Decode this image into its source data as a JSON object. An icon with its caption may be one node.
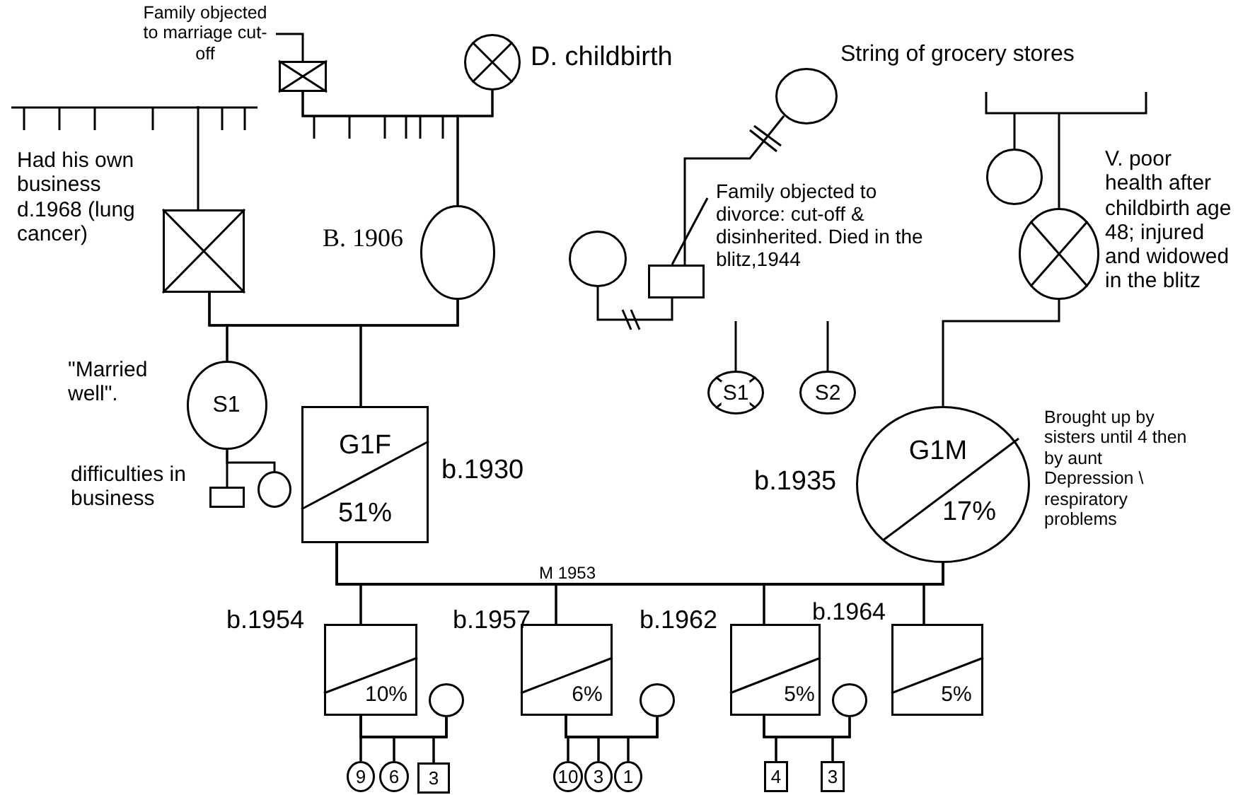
{
  "diagram": {
    "nodes": [
      {
        "text": [],
        "shape": "box"
      },
      {
        "text": [],
        "shape": "circle",
        "beside": [
          "D. childbirth"
        ]
      },
      {
        "text": [],
        "shape": "circle"
      },
      {
        "text": [],
        "shape": "box",
        "beside": [
          "Had his own business d.1968 (lung cancer)"
        ]
      },
      {
        "text": [],
        "shape": "circle",
        "beside": [
          "B. 1906"
        ]
      },
      {
        "text": [],
        "shape": "circle"
      },
      {
        "text": [],
        "shape": "box",
        "beside": [
          "Family objected to divorce: cut-off & disinherited. Died in the blitz,1944"
        ]
      },
      {
        "text": [],
        "shape": "circle"
      },
      {
        "text": [],
        "shape": "circle",
        "beside": [
          "V. poor health after childbirth age 48; injured and widowed in the blitz"
        ]
      },
      {
        "text": [
          "S1"
        ],
        "beside": [
          "\"Married well\".",
          "difficulties in business"
        ]
      },
      {
        "text": [],
        "shape": "box"
      },
      {
        "text": [],
        "shape": "circle"
      },
      {
        "text": [
          "G1F",
          "51%"
        ],
        "beside": [
          "b.1930"
        ]
      },
      {
        "text": [
          "S1"
        ]
      },
      {
        "text": [
          "S2"
        ]
      },
      {
        "text": [
          "G1M",
          "17%"
        ],
        "beside": [
          "b.1935",
          "Brought up by sisters until 4 then by aunt Depression \\ respiratory problems"
        ]
      },
      {
        "text": [
          "10%"
        ],
        "beside": [
          "b.1954"
        ]
      },
      {
        "text": [],
        "shape": "circle"
      },
      {
        "text": [
          "6%"
        ],
        "beside": [
          "b.1957"
        ]
      },
      {
        "text": [],
        "shape": "circle"
      },
      {
        "text": [
          "5%"
        ],
        "beside": [
          "b.1962"
        ]
      },
      {
        "text": [],
        "shape": "circle"
      },
      {
        "text": [
          "5%"
        ],
        "beside": [
          "b.1964"
        ]
      },
      {
        "text": [
          "9"
        ]
      },
      {
        "text": [
          "6"
        ]
      },
      {
        "text": [
          "3"
        ]
      },
      {
        "text": [
          "10"
        ]
      },
      {
        "text": [
          "3"
        ]
      },
      {
        "text": [
          "1"
        ]
      },
      {
        "text": [
          "4"
        ]
      },
      {
        "text": [
          "3"
        ]
      },
      {
        "text": [
          "Family objected to marriage cut-off"
        ]
      }
    ],
    "edges": [
      {
        "from": null,
        "to": 3,
        "arrow": "none"
      },
      {
        "from": 0,
        "to": 1,
        "arrow": "none"
      },
      {
        "from": 0,
        "to": 4,
        "arrow": "none"
      },
      {
        "from": 1,
        "to": 4,
        "arrow": "none"
      },
      {
        "from": 2,
        "to": 6,
        "arrow": "none"
      },
      {
        "from": 5,
        "to": 6,
        "arrow": "none"
      },
      {
        "from": null,
        "to": 7,
        "arrow": "none"
      },
      {
        "from": null,
        "to": 8,
        "arrow": "none"
      },
      {
        "from": 3,
        "to": 4,
        "arrow": "none"
      },
      {
        "from": 3,
        "to": 9,
        "arrow": "none"
      },
      {
        "from": 3,
        "to": 12,
        "arrow": "none"
      },
      {
        "from": 4,
        "to": 9,
        "arrow": "none"
      },
      {
        "from": 4,
        "to": 12,
        "arrow": "none"
      },
      {
        "from": null,
        "to": 13,
        "arrow": "none"
      },
      {
        "from": null,
        "to": 14,
        "arrow": "none"
      },
      {
        "from": 8,
        "to": 15,
        "arrow": "none"
      },
      {
        "from": 9,
        "to": 10,
        "arrow": "none"
      },
      {
        "from": 9,
        "to": 11,
        "arrow": "none"
      },
      {
        "from": 12,
        "to": 15,
        "arrow": "none",
        "label": "M 1953"
      },
      {
        "from": 12,
        "to": 16,
        "arrow": "none"
      },
      {
        "from": 12,
        "to": 18,
        "arrow": "none"
      },
      {
        "from": 12,
        "to": 20,
        "arrow": "none"
      },
      {
        "from": 12,
        "to": 22,
        "arrow": "none"
      },
      {
        "from": 15,
        "to": 16,
        "arrow": "none"
      },
      {
        "from": 15,
        "to": 18,
        "arrow": "none"
      },
      {
        "from": 15,
        "to": 20,
        "arrow": "none"
      },
      {
        "from": 15,
        "to": 22,
        "arrow": "none"
      },
      {
        "from": 16,
        "to": 17,
        "arrow": "none"
      },
      {
        "from": 16,
        "to": 23,
        "arrow": "none"
      },
      {
        "from": 16,
        "to": 24,
        "arrow": "none"
      },
      {
        "from": 16,
        "to": 25,
        "arrow": "none"
      },
      {
        "from": 17,
        "to": 23,
        "arrow": "none"
      },
      {
        "from": 17,
        "to": 24,
        "arrow": "none"
      },
      {
        "from": 17,
        "to": 25,
        "arrow": "none"
      },
      {
        "from": 18,
        "to": 19,
        "arrow": "none"
      },
      {
        "from": 18,
        "to": 26,
        "arrow": "none"
      },
      {
        "from": 18,
        "to": 27,
        "arrow": "none"
      },
      {
        "from": 18,
        "to": 28,
        "arrow": "none"
      },
      {
        "from": 19,
        "to": 26,
        "arrow": "none"
      },
      {
        "from": 19,
        "to": 27,
        "arrow": "none"
      },
      {
        "from": 19,
        "to": 28,
        "arrow": "none"
      },
      {
        "from": 20,
        "to": 21,
        "arrow": "none"
      },
      {
        "from": 20,
        "to": 29,
        "arrow": "none"
      },
      {
        "from": 20,
        "to": 30,
        "arrow": "none"
      },
      {
        "from": 21,
        "to": 29,
        "arrow": "none"
      },
      {
        "from": 21,
        "to": 30,
        "arrow": "none"
      },
      {
        "from": 31,
        "to": 0,
        "arrow": "none"
      }
    ],
    "labels": [
      "String of grocery stores"
    ]
  }
}
